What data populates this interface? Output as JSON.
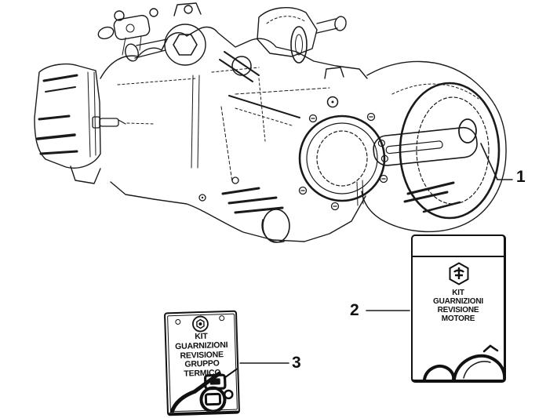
{
  "colors": {
    "ink": "#1a1a1a",
    "paper": "#ffffff"
  },
  "callouts": [
    {
      "label": "1"
    },
    {
      "label": "2"
    },
    {
      "label": "3"
    }
  ],
  "kits": {
    "motore": {
      "logo": "piaggio-hexagon-logo",
      "lines": [
        "KIT",
        "GUARNIZIONI",
        "REVISIONE",
        "MOTORE"
      ]
    },
    "gruppo_termico": {
      "logo": "piaggio-round-logo",
      "lines": [
        "KIT",
        "GUARNIZIONI",
        "REVISIONE",
        "GRUPPO",
        "TERMICO"
      ]
    }
  }
}
